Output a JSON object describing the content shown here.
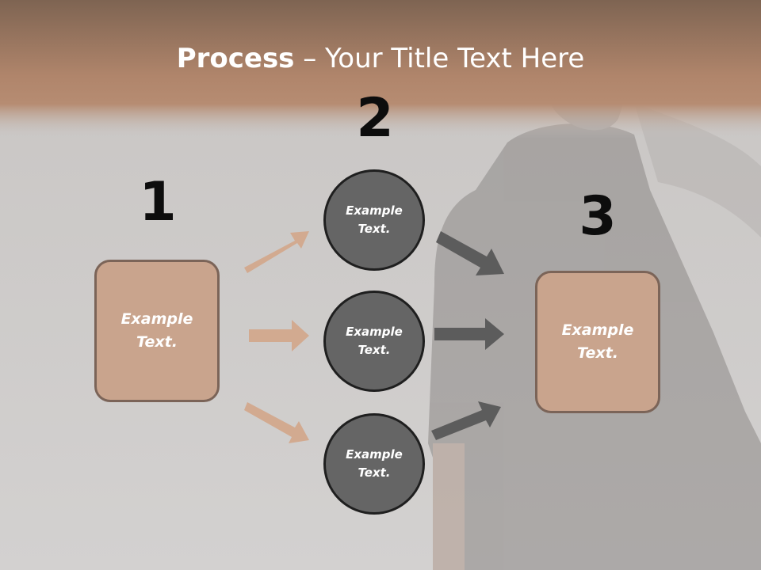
{
  "title": {
    "bold": "Process",
    "rest": " – Your Title Text Here"
  },
  "steps": [
    {
      "number": "1",
      "text_line1": "Example",
      "text_line2": "Text."
    },
    {
      "number": "2",
      "text_line1": "Example",
      "text_line2": "Text."
    },
    {
      "number": "3",
      "text_line1": "Example",
      "text_line2": "Text."
    }
  ],
  "circles": [
    {
      "text_line1": "Example",
      "text_line2": "Text."
    },
    {
      "text_line1": "Example",
      "text_line2": "Text."
    },
    {
      "text_line1": "Example",
      "text_line2": "Text."
    }
  ],
  "colors": {
    "header_band": "#a07a62",
    "box_fill": "#c9a48d",
    "box_border": "#7b6458",
    "circle_fill": "#656565",
    "circle_border": "#1f1f1f",
    "arrow_left": "#d2aa90",
    "arrow_right": "#5c5c5c"
  }
}
